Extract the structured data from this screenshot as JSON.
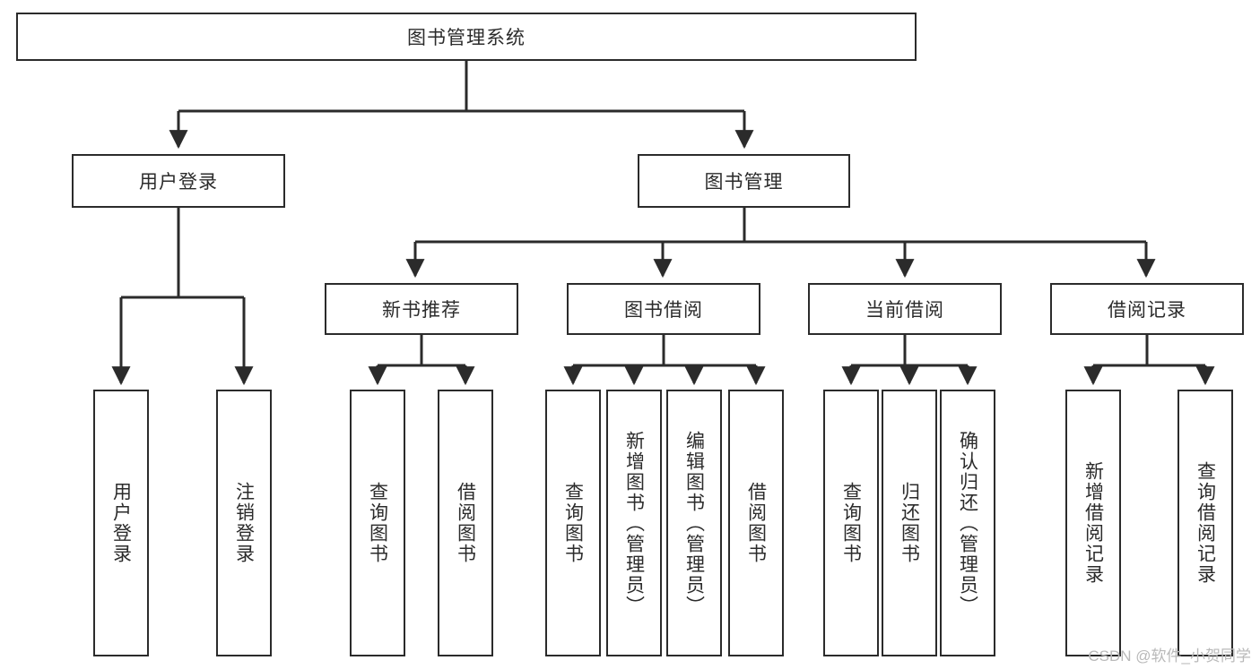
{
  "diagram": {
    "title": "图书管理系统",
    "type": "tree-hierarchy",
    "watermark": "CSDN @软件_小贺同学",
    "colors": {
      "stroke": "#2b2b2b",
      "fill": "#ffffff",
      "text": "#2b2b2b",
      "watermark": "#b9b9b9"
    },
    "root": {
      "label": "图书管理系统"
    },
    "level2": [
      {
        "label": "用户登录"
      },
      {
        "label": "图书管理"
      }
    ],
    "level3": [
      {
        "label": "新书推荐"
      },
      {
        "label": "图书借阅"
      },
      {
        "label": "当前借阅"
      },
      {
        "label": "借阅记录"
      }
    ],
    "leaves": {
      "user_login": [
        {
          "label": "用户登录"
        },
        {
          "label": "注销登录"
        }
      ],
      "new_book_recommend": [
        {
          "label": "查询图书"
        },
        {
          "label": "借阅图书"
        }
      ],
      "book_borrow": [
        {
          "label": "查询图书"
        },
        {
          "label": "新增图书（管理员）"
        },
        {
          "label": "编辑图书（管理员）"
        },
        {
          "label": "借阅图书"
        }
      ],
      "current_borrow": [
        {
          "label": "查询图书"
        },
        {
          "label": "归还图书"
        },
        {
          "label": "确认归还（管理员）"
        }
      ],
      "borrow_record": [
        {
          "label": "新增借阅记录"
        },
        {
          "label": "查询借阅记录"
        }
      ]
    }
  }
}
